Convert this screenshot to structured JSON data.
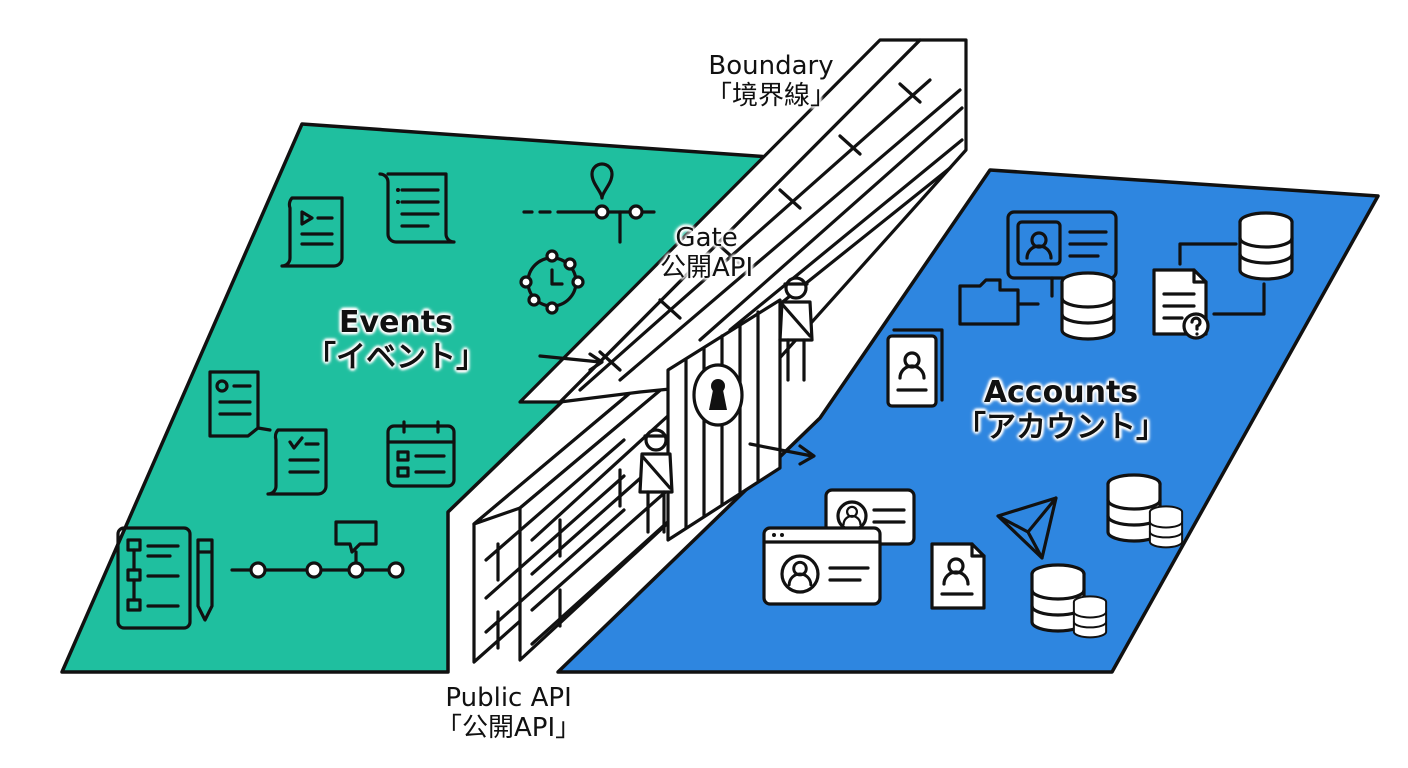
{
  "labels": {
    "boundary": {
      "en": "Boundary",
      "jp": "「境界線」"
    },
    "gate": {
      "en": "Gate",
      "jp": "公開API"
    },
    "events": {
      "en": "Events",
      "jp": "「イベント」"
    },
    "accounts": {
      "en": "Accounts",
      "jp": "「アカウント」"
    },
    "public_api": {
      "en": "Public API",
      "jp": "「公開API」"
    }
  },
  "colors": {
    "events_region": "#1fbf9f",
    "accounts_region": "#2e86e0",
    "outline": "#111111",
    "wall": "#ffffff"
  },
  "icons": {
    "events": [
      "document-video-icon",
      "scroll-list-icon",
      "map-pin-timeline-icon",
      "clock-cycle-icon",
      "resume-document-icon",
      "checklist-document-icon",
      "calendar-icon",
      "flowchart-clipboard-icon",
      "pencil-icon",
      "timeline-chat-icon"
    ],
    "accounts": [
      "profile-card-icon",
      "database-icon",
      "folder-icon",
      "document-question-icon",
      "contact-document-icon",
      "stacked-databases-icon",
      "send-icon",
      "browser-profile-icon"
    ],
    "gate": [
      "keyhole-icon",
      "guard-icon"
    ]
  }
}
